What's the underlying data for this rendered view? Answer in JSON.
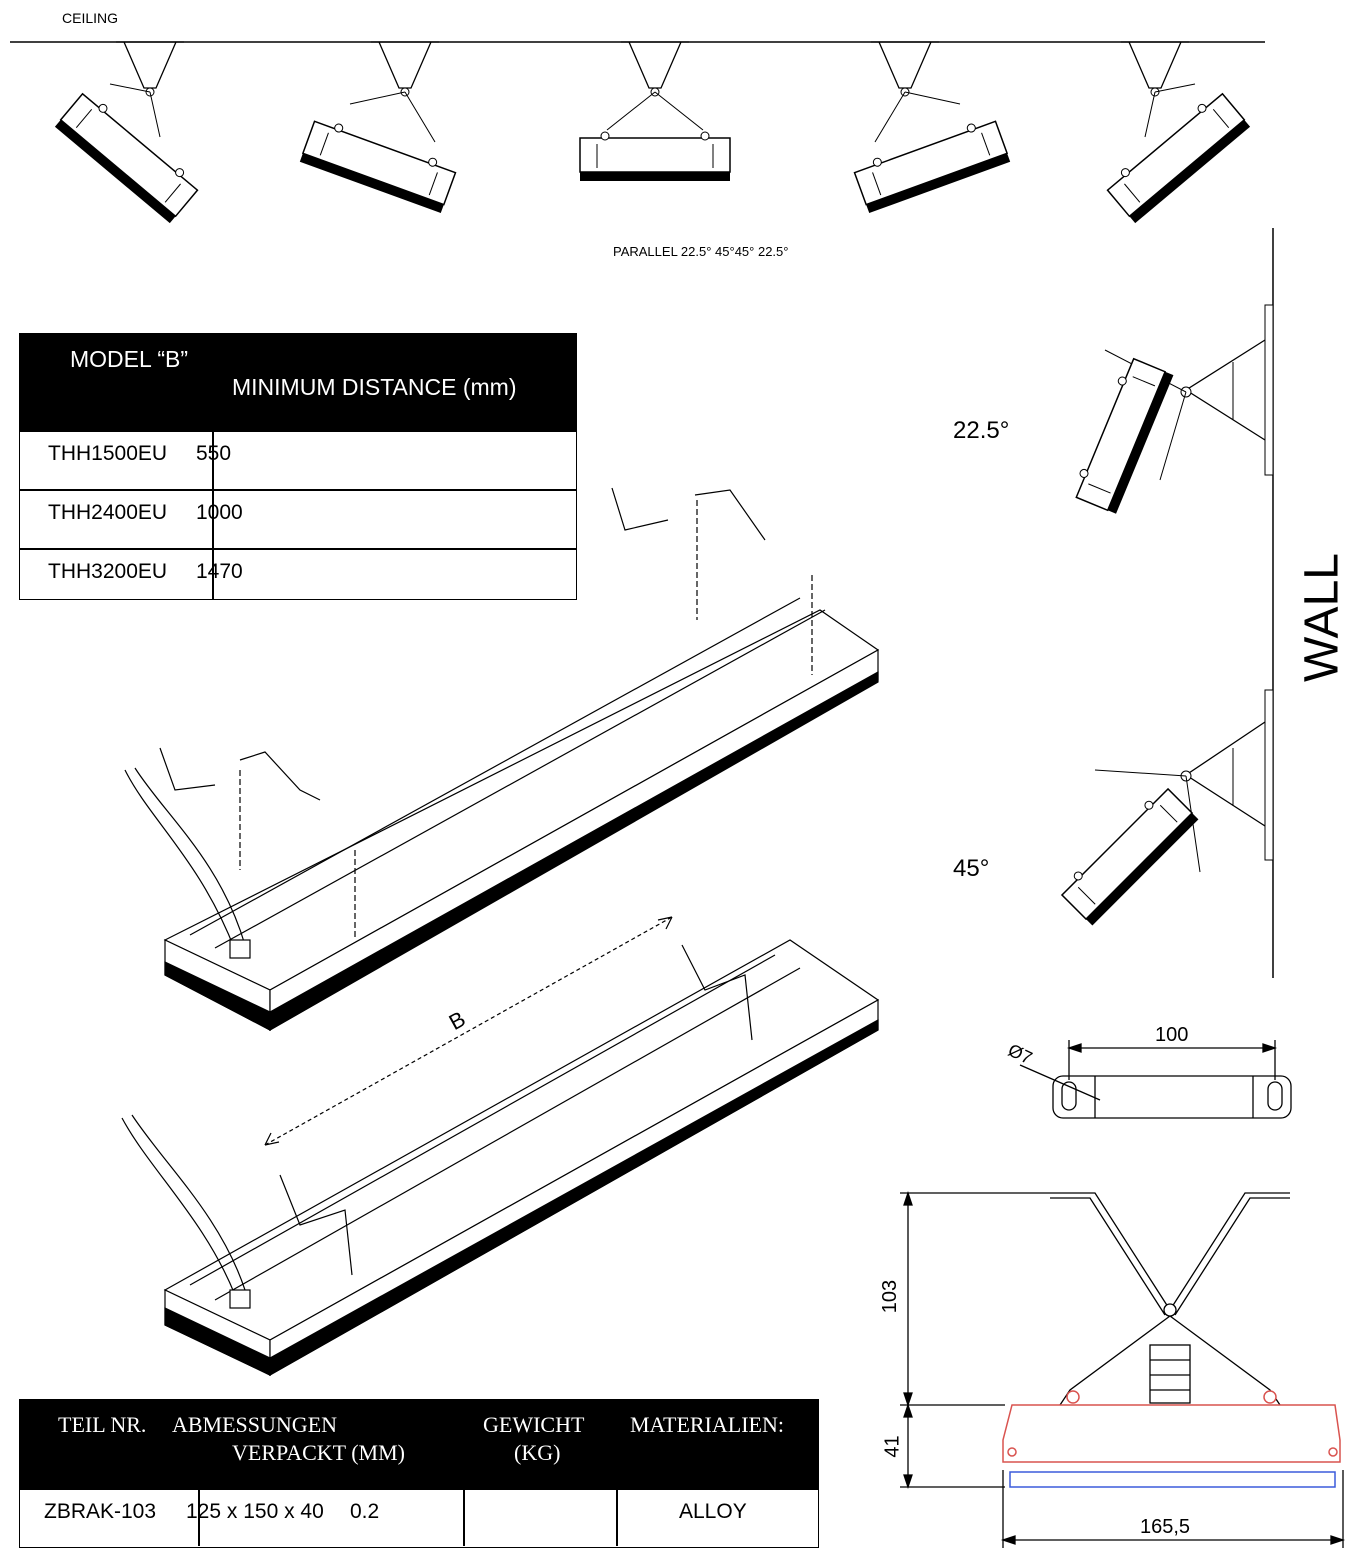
{
  "labels": {
    "ceiling": "CEILING",
    "angles": "PARALLEL 22.5° 45°45° 22.5°",
    "wall": "WALL",
    "wall_angle_1": "22.5°",
    "wall_angle_2": "45°",
    "dim_b": "B",
    "dim_100": "100",
    "dim_hole": "Ø7",
    "dim_103": "103",
    "dim_41": "41",
    "dim_165": "165,5"
  },
  "model_table": {
    "col1_header": "MODEL  “B”",
    "col2_header": "MINIMUM DISTANCE (mm)",
    "rows": [
      {
        "model": "THH1500EU",
        "distance": "550"
      },
      {
        "model": "THH2400EU",
        "distance": "1000"
      },
      {
        "model": "THH3200EU",
        "distance": "1470"
      }
    ]
  },
  "part_table": {
    "h_part": "TEIL NR.",
    "h_dim_1": "ABMESSUNGEN",
    "h_dim_2": "VERPACKT (MM)",
    "h_weight_1": "GEWICHT",
    "h_weight_2": "(KG)",
    "h_material": "MATERIALIEN:",
    "row": {
      "part": "ZBRAK-103",
      "dimensions": "125 x 150 x 40",
      "weight": "0.2",
      "material": "ALLOY"
    }
  },
  "colors": {
    "ink": "#000000",
    "outline_red": "#d9534f",
    "outline_blue": "#3b5bdb"
  }
}
